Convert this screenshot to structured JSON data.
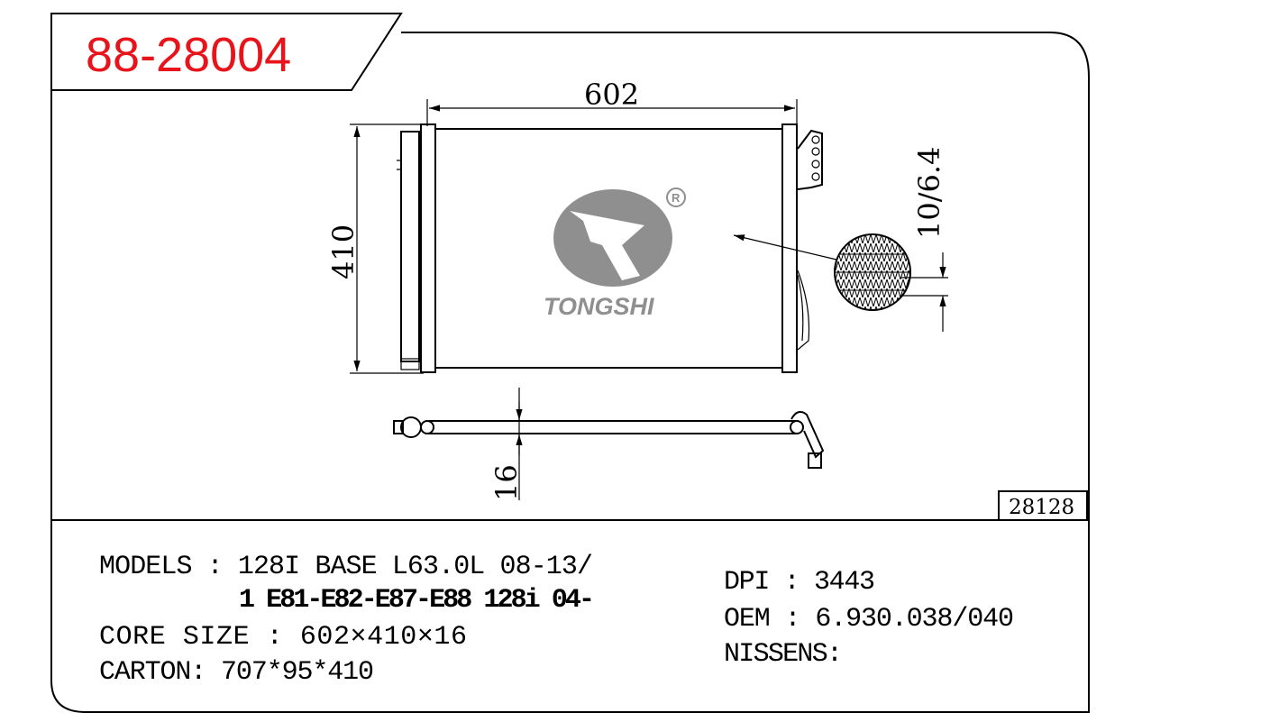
{
  "header": {
    "part_number": "88-28004",
    "part_number_color": "#e8141b"
  },
  "drawing": {
    "width_dim": "602",
    "height_dim": "410",
    "thickness_dim": "16",
    "tube_dim": "10/6.4",
    "brand": "TONGSHI",
    "registered_mark": "R",
    "logo_color": "#8f8f8f",
    "ref_code": "28128"
  },
  "specs": {
    "models_line1": "MODELS : 128I BASE L63.0L 08-13/",
    "models_line2": "1 E81-E82-E87-E88 128i 04-",
    "core_size": "CORE SIZE : 602×410×16",
    "carton": "CARTON: 707*95*410",
    "dpi": "DPI : 3443",
    "oem": "OEM : 6.930.038/040",
    "nissens": "NISSENS:"
  }
}
